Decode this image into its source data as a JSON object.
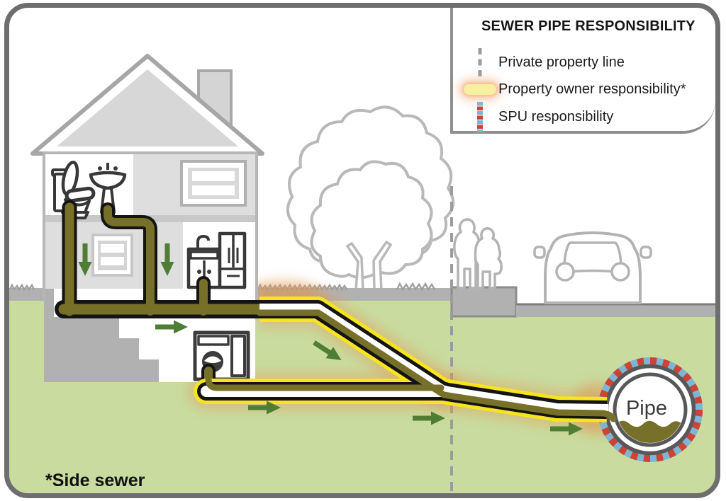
{
  "legend": {
    "title": "SEWER PIPE RESPONSIBILITY",
    "items": [
      {
        "label": "Private property line",
        "icon": "dashed-gray-line-icon"
      },
      {
        "label": "Property owner responsibility*",
        "icon": "yellow-glow-pipe-icon"
      },
      {
        "label": "SPU responsibility",
        "icon": "red-blue-dashed-icon"
      }
    ]
  },
  "diagram": {
    "pipe_label": "Pipe",
    "footnote": "*Side sewer"
  },
  "colors": {
    "grass": "#c9db9f",
    "ground_gray": "#b1b1b1",
    "sewage_olive": "#777029",
    "owner_yellow": "#f6e51e",
    "legend_swatch_yellow": "#f7efa2",
    "spu_red": "#cc4434",
    "spu_blue": "#7db5d5",
    "arrow_green": "#4e7d33",
    "property_line_gray": "#9b9b9b",
    "glow_orange": "#df9552",
    "frame_gray": "#6e6e6e"
  }
}
